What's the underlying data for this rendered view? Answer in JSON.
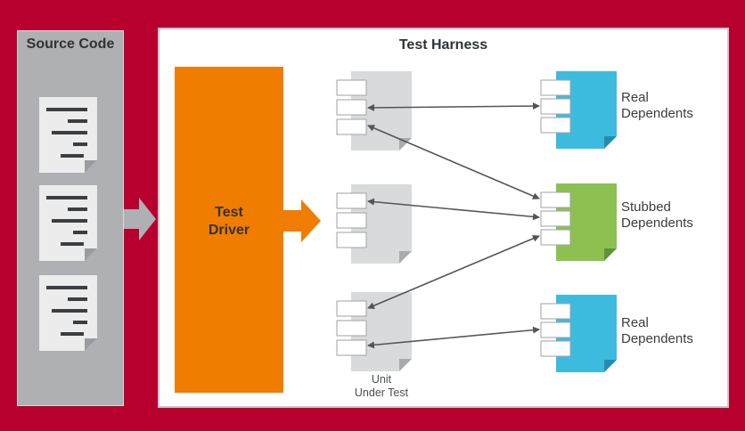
{
  "source_code": {
    "title": "Source Code",
    "file_count": 3
  },
  "test_harness": {
    "title": "Test Harness"
  },
  "test_driver": {
    "line1": "Test",
    "line2": "Driver"
  },
  "units_under_test": {
    "label_line1": "Unit",
    "label_line2": "Under Test",
    "count": 3
  },
  "dependents": [
    {
      "line1": "Real",
      "line2": "Dependents",
      "kind": "real",
      "color": "#3dbbdf"
    },
    {
      "line1": "Stubbed",
      "line2": "Dependents",
      "kind": "stubbed",
      "color": "#8cc152"
    },
    {
      "line1": "Real",
      "line2": "Dependents",
      "kind": "real",
      "color": "#3dbbdf"
    }
  ],
  "connections": [
    {
      "from": "unit-1",
      "to": "dependent-1"
    },
    {
      "from": "unit-1",
      "to": "dependent-2"
    },
    {
      "from": "unit-2",
      "to": "dependent-2"
    },
    {
      "from": "unit-3",
      "to": "dependent-2"
    },
    {
      "from": "unit-3",
      "to": "dependent-3"
    }
  ],
  "colors": {
    "background": "#b8002e",
    "driver": "#f07c00",
    "unit_doc": "#d9dadb",
    "real_dependent": "#3dbbdf",
    "stubbed_dependent": "#8cc152",
    "arrow": "#555555"
  }
}
